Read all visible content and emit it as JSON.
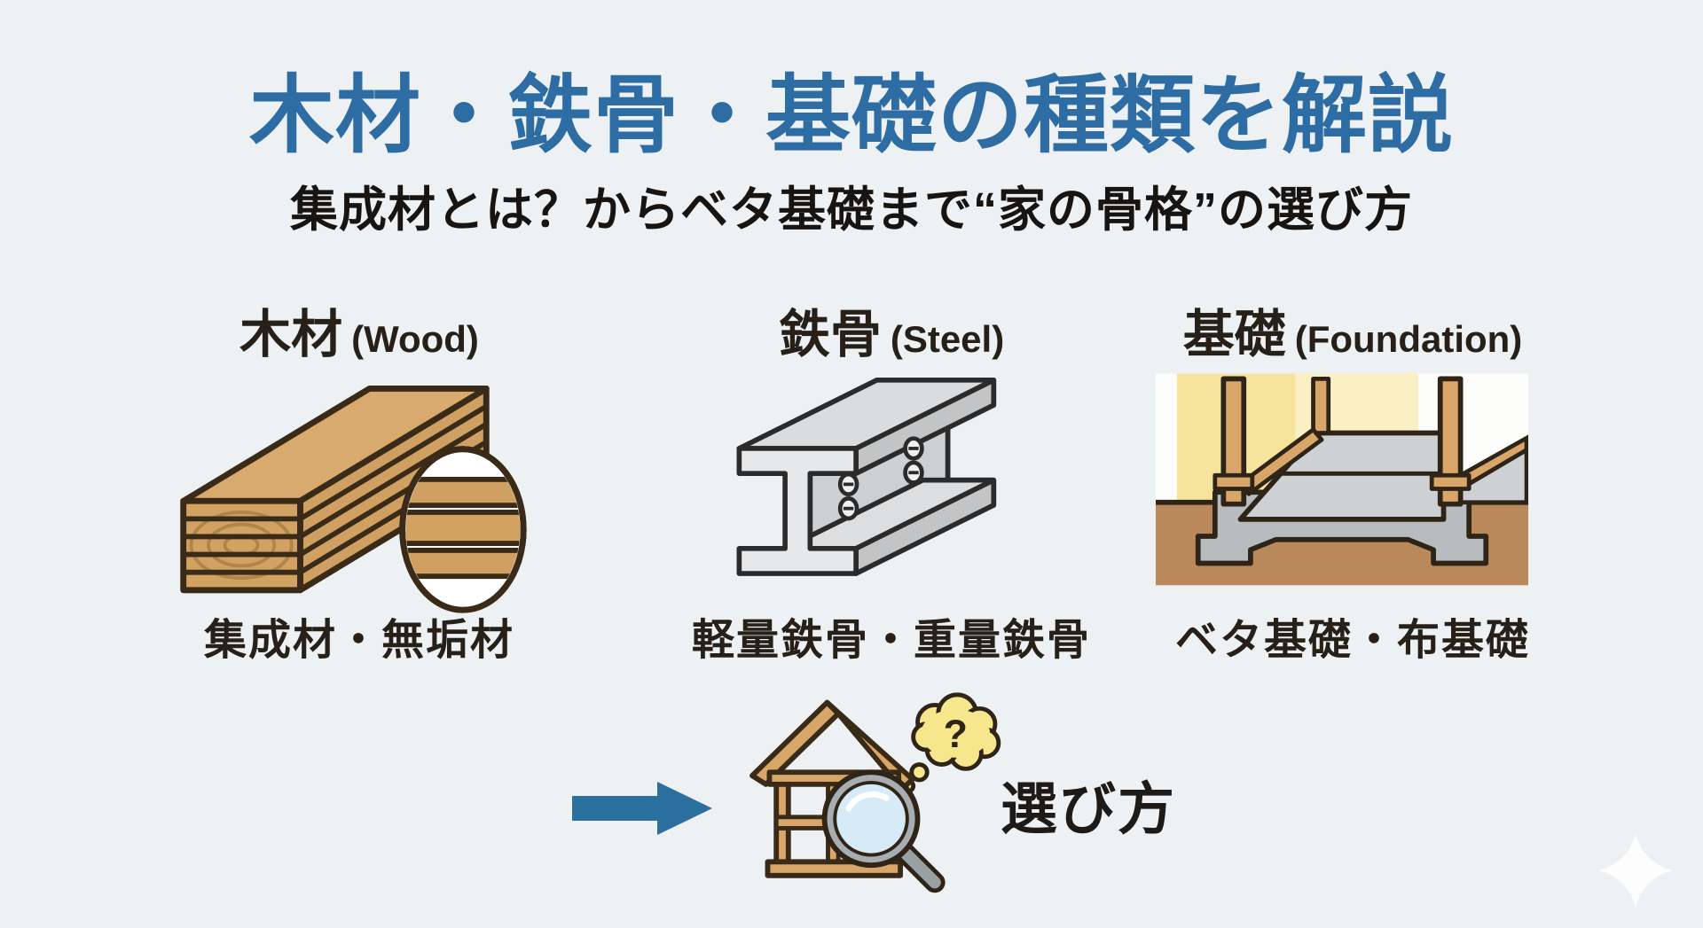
{
  "page": {
    "title": "木材・鉄骨・基礎の種類を解説",
    "subtitle": "集成材とは？からベタ基礎まで“家の骨格”の選び方"
  },
  "colors": {
    "background": "#eef1f4",
    "title_blue": "#2e6da4",
    "arrow_blue": "#2b6f9e",
    "text_dark": "#262019",
    "outline_brown": "#3a2a18",
    "wood_top": "#d9aa6d",
    "wood_side": "#cfa061",
    "steel_face": "#e6e8ea",
    "steel_shade": "#c2c4c6",
    "ground_brown": "#b9895c",
    "concrete_gray": "#ced1d3",
    "interior_yellow": "#f7e49c",
    "bubble_yellow": "#f6e68c",
    "lens_blue": "#d6ebf5"
  },
  "columns": [
    {
      "heading_jp": "木材",
      "heading_en": "(Wood)",
      "caption": "集成材・無垢材",
      "icon": "laminated-lumber-icon"
    },
    {
      "heading_jp": "鉄骨",
      "heading_en": "(Steel)",
      "caption": "軽量鉄骨・重量鉄骨",
      "icon": "steel-i-beam-icon"
    },
    {
      "heading_jp": "基礎",
      "heading_en": "(Foundation)",
      "caption": "ベタ基礎・布基礎",
      "icon": "foundation-section-icon"
    }
  ],
  "footer": {
    "label": "選び方",
    "question_mark": "?"
  }
}
